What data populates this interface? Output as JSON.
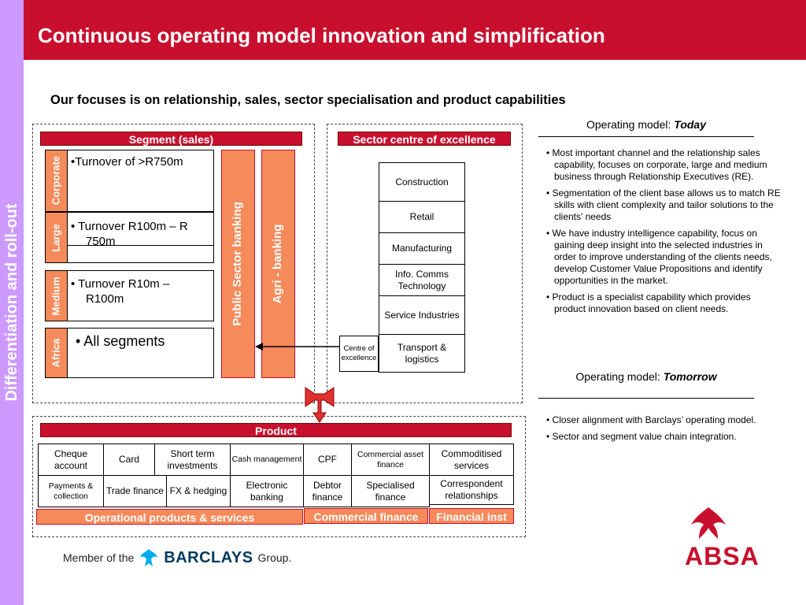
{
  "side_label": "Differentiation and roll-out",
  "title": "Continuous operating model innovation and simplification",
  "subtitle": "Our focuses is on relationship, sales, sector specialisation and product capabilities",
  "segment": {
    "header": "Segment (sales)",
    "rows": [
      {
        "tab": "Corporate",
        "text": "•Turnover of >R750m"
      },
      {
        "tab": "Large",
        "text": "•   Turnover R100m – R 750m"
      },
      {
        "tab": "Medium",
        "text": "•   Turnover R10m – R100m"
      },
      {
        "tab": "Africa",
        "text": "•  All segments"
      }
    ],
    "public_sector": "Public Sector banking",
    "agri": "Agri - banking"
  },
  "sector": {
    "header": "Sector centre of excellence",
    "items": [
      "Construction",
      "Retail",
      "Manufacturing",
      "Info. Comms Technology",
      "Service Industries",
      "Transport & logistics"
    ],
    "centre_label": "Centre of excellence"
  },
  "product": {
    "header": "Product",
    "row1": [
      "Cheque account",
      "Card",
      "Short term investments",
      "Cash management",
      "CPF",
      "Commercial asset finance",
      "Commoditised services"
    ],
    "row2": [
      "Payments & collection",
      "Trade finance",
      "FX & hedging",
      "Electronic banking",
      "Debtor finance",
      "Specialised finance",
      "Correspondent relationships"
    ],
    "footer": [
      "Operational products & services",
      "Commercial finance",
      "Financial inst"
    ]
  },
  "today": {
    "label": "Operating model: ",
    "emphasis": "Today",
    "bullets": [
      "• Most important channel and the relationship sales capability,  focuses on corporate, large and medium business through Relationship Executives (RE).",
      "• Segmentation of the client base allows us to match RE skills with client complexity and tailor solutions to the clients’ needs",
      "• We have industry intelligence capability, focus on gaining deep insight into the selected industries in order to improve understanding of the clients needs, develop Customer Value Propositions and identify opportunities in the market.",
      "• Product is a specialist capability which provides product innovation based on client needs."
    ]
  },
  "tomorrow": {
    "label": "Operating model: ",
    "emphasis": "Tomorrow",
    "bullets": [
      "• Closer alignment with Barclays’ operating model.",
      "• Sector and segment value chain integration."
    ]
  },
  "footer": {
    "member_prefix": "Member of the",
    "brand": "BARCLAYS",
    "member_suffix": "Group.",
    "absa": "ABSA"
  },
  "colors": {
    "red": "#c8102e",
    "orange": "#f58a5a",
    "purple": "#cc99ff",
    "barclays_blue": "#00395d"
  }
}
